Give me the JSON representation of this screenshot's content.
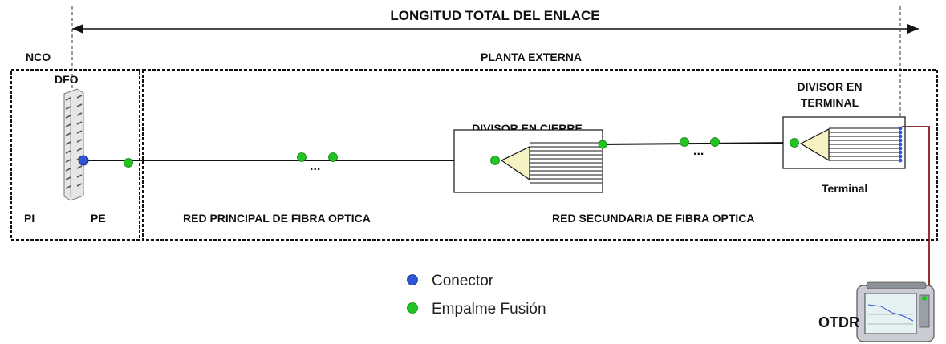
{
  "labels": {
    "total_length": "LONGITUD TOTAL DEL ENLACE",
    "nco": "NCO",
    "dfo": "DFO",
    "external_plant": "PLANTA EXTERNA",
    "splitter_closure": "DIVISOR EN CIERRE",
    "splitter_terminal_line1": "DIVISOR EN",
    "splitter_terminal_line2": "TERMINAL",
    "terminal": "Terminal",
    "pi": "PI",
    "pe": "PE",
    "main_network": "RED PRINCIPAL DE FIBRA OPTICA",
    "secondary_network": "RED SECUNDARIA DE FIBRA OPTICA",
    "ellipsis": "...",
    "otdr": "OTDR"
  },
  "legend": [
    {
      "label": "Conector",
      "color": "#2f55d4"
    },
    {
      "label": "Empalme Fusión",
      "color": "#22c422"
    }
  ],
  "colors": {
    "connector": "#2f55d4",
    "fusion_splice": "#22c422",
    "splitter_fill": "#f7f2c4",
    "otdr_lead": "#8b1a1a"
  }
}
